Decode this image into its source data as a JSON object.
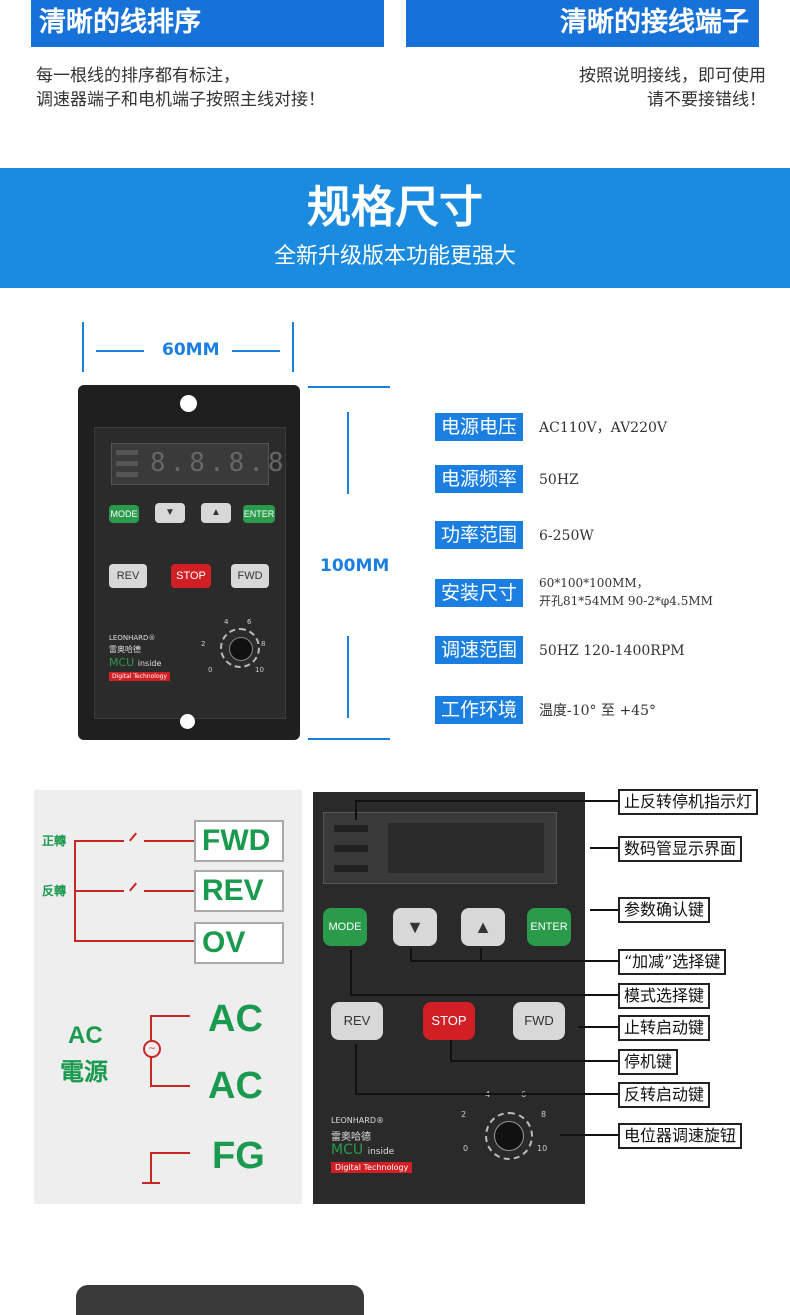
{
  "header": {
    "left_title": "清晰的线排序",
    "right_title": "清晰的接线端子",
    "left_desc_1": "每一根线的排序都有标注，",
    "left_desc_2": "调速器端子和电机端子按照主线对接！",
    "right_desc_1": "按照说明接线，即可使用",
    "right_desc_2": "请不要接错线！"
  },
  "banner": {
    "title": "规格尺寸",
    "subtitle": "全新升级版本功能更强大"
  },
  "dimensions": {
    "width": "60MM",
    "height": "100MM"
  },
  "specs": [
    {
      "label": "电源电压",
      "value": "AC110V，AV220V",
      "value2": ""
    },
    {
      "label": "电源频率",
      "value": "50HZ",
      "value2": ""
    },
    {
      "label": "功率范围",
      "value": "6-250W",
      "value2": ""
    },
    {
      "label": "安装尺寸",
      "value": "60*100*100MM，",
      "value2": "开孔81*54MM 90-2*φ4.5MM"
    },
    {
      "label": "调速范围",
      "value": "50HZ 120-1400RPM",
      "value2": ""
    },
    {
      "label": "工作环境",
      "value": "温度-10° 至 +45°",
      "value2": ""
    }
  ],
  "panel": {
    "display": "8.8.8.8",
    "mode": "MODE",
    "enter": "ENTER",
    "rev": "REV",
    "stop": "STOP",
    "fwd": "FWD",
    "brand": "LEONHARD®",
    "brand_cn": "雷奥哈德",
    "mcu": "MCU",
    "inside": "inside",
    "digital": "Digital Technology",
    "dial": [
      "0",
      "2",
      "4",
      "6",
      "8",
      "10"
    ]
  },
  "wiring": {
    "forward": "正轉",
    "reverse": "反轉",
    "fwd": "FWD",
    "rev": "REV",
    "ov": "OV",
    "ac_power_1": "AC",
    "ac_power_2": "電源",
    "ac1": "AC",
    "ac2": "AC",
    "fg": "FG"
  },
  "callouts": [
    "止反转停机指示灯",
    "数码管显示界面",
    "参数确认键",
    "“加减”选择键",
    "模式选择键",
    "止转启动键",
    "停机键",
    "反转启动键",
    "电位器调速旋钮"
  ],
  "colors": {
    "blue": "#1a7fe0",
    "green": "#2a9b4a",
    "red": "#d11f25"
  }
}
